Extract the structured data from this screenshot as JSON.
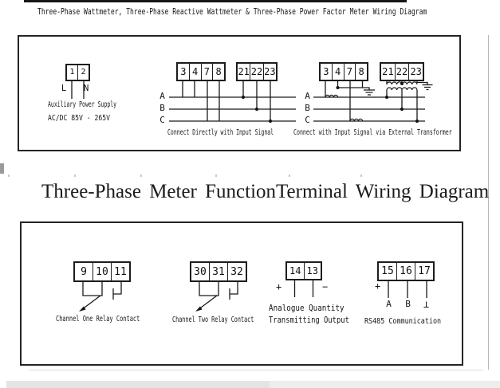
{
  "page": {
    "top_title": "Three-Phase Wattmeter, Three-Phase Reactive Wattmeter & Three-Phase Power Factor Meter Wiring Diagram",
    "section_title": "Three-Phase Meter FunctionTerminal Wiring Diagram"
  },
  "wiring_box": {
    "aux": {
      "terminals": [
        "1",
        "2"
      ],
      "line_label": "L",
      "neutral_label": "N",
      "caption_line1": "Auxiliary Power Supply",
      "caption_line2": "AC/DC  85V - 265V"
    },
    "direct": {
      "current_terminals": [
        "3",
        "4",
        "7",
        "8"
      ],
      "voltage_terminals": [
        "21",
        "22",
        "23"
      ],
      "phases": [
        "A",
        "B",
        "C"
      ],
      "caption": "Connect Directly with Input Signal"
    },
    "transformer": {
      "current_terminals": [
        "3",
        "4",
        "7",
        "8"
      ],
      "voltage_terminals": [
        "21",
        "22",
        "23"
      ],
      "phases": [
        "A",
        "B",
        "C"
      ],
      "caption": "Connect with Input Signal via External Transformer"
    }
  },
  "function_box": {
    "relay1": {
      "terminals": [
        "9",
        "10",
        "11"
      ],
      "caption": "Channel One Relay Contact"
    },
    "relay2": {
      "terminals": [
        "30",
        "31",
        "32"
      ],
      "caption": "Channel Two Relay Contact"
    },
    "analogue": {
      "terminals": [
        "14",
        "13"
      ],
      "plus": "+",
      "minus": "−",
      "caption_line1": "Analogue Quantity",
      "caption_line2": "Transmitting Output"
    },
    "rs485": {
      "terminals": [
        "15",
        "16",
        "17"
      ],
      "plus": "+",
      "wire_labels": [
        "A",
        "B",
        "⊥"
      ],
      "caption": "RS485 Communication"
    }
  }
}
